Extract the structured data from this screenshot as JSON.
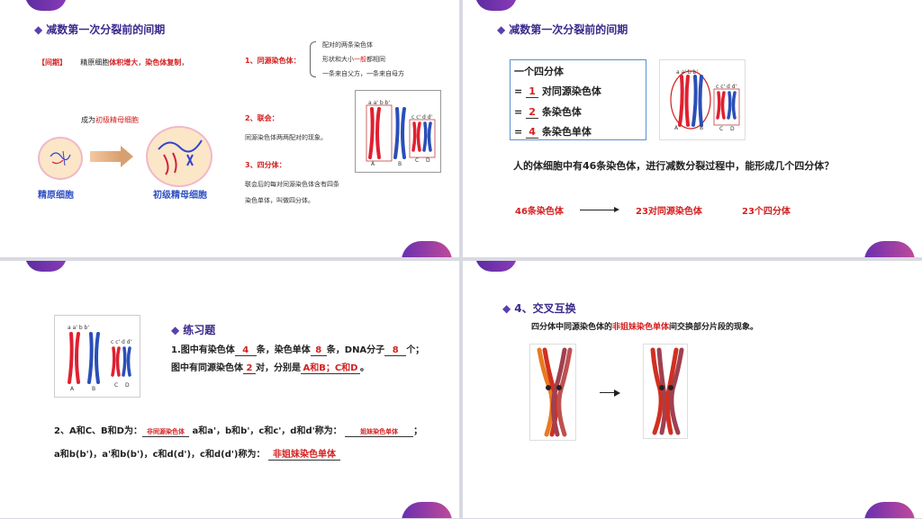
{
  "s1": {
    "title": "减数第一次分裂前的间期",
    "interphase_tag": "【间期】",
    "interphase_a": "精原细胞",
    "interphase_b": "体积增大",
    "interphase_c": "，",
    "interphase_d": "染色体复制",
    "interphase_e": "，",
    "become_a": "成为",
    "become_b": "初级精母细胞",
    "cell1_label": "精原细胞",
    "cell2_label": "初级精母细胞",
    "homolog_head": "1、同源染色体：",
    "homolog_1": "配对的两条染色体",
    "homolog_2a": "形状和大小",
    "homolog_2b": "一般",
    "homolog_2c": "都相同",
    "homolog_3": "一条来自父方，一条来自母方",
    "synapsis_head": "2、联会：",
    "synapsis_body": "同源染色体两两配对的现象。",
    "tetrad_head": "3、四分体：",
    "tetrad_body_1": "联会后的每对同源染色体含有四条",
    "tetrad_body_2": "染色单体，叫做四分体。"
  },
  "chromo": {
    "top_ab": "a a'  b  b'",
    "top_cd": "c c' d d'",
    "A": "A",
    "B": "B",
    "C": "C",
    "D": "D"
  },
  "s2": {
    "title": "减数第一次分裂前的间期",
    "box_title": "一个四分体",
    "l1_a": "= ",
    "l1_num": "1",
    "l1_b": " 对同源染色体",
    "l2_a": "= ",
    "l2_num": "2",
    "l2_b": " 条染色体",
    "l3_a": "= ",
    "l3_num": "4",
    "l3_b": " 条染色单体",
    "question": "人的体细胞中有46条染色体，进行减数分裂过程中，能形成几个四分体？",
    "ans1": "46条染色体",
    "ans2": "23对同源染色体",
    "ans3": "23个四分体"
  },
  "s3": {
    "title": "练习题",
    "q1_a": "1.图中有染色体",
    "q1_n1": "4",
    "q1_b": "条，染色单体",
    "q1_n2": "8",
    "q1_c": "条，DNA分子",
    "q1_n3": "8",
    "q1_d": "个；",
    "q1_e": "图中有同源染色体",
    "q1_n4": "2",
    "q1_f": "对，分别是",
    "q1_ans": "A和B；C和D",
    "q1_g": "。",
    "q2_a": "2、A和C、B和D为：",
    "q2_ans1": "非同源染色体",
    "q2_b": "a和a'，b和b'，c和c'，d和d'称为：",
    "q2_ans2": "姐妹染色单体",
    "q2_c": "；",
    "q2_d": "a和b(b')，a'和b(b')，c和d(d')，c和d(d')称为：",
    "q2_ans3": "非姐妹染色单体"
  },
  "s4": {
    "title": "4、交叉互换",
    "desc_a": "四分体中同源染色体的",
    "desc_b": "非姐妹染色单体",
    "desc_c": "间交换部分片段的现象。"
  },
  "colors": {
    "title": "#3b2a8c",
    "red": "#d42020",
    "accent": "#7b3ab5"
  }
}
